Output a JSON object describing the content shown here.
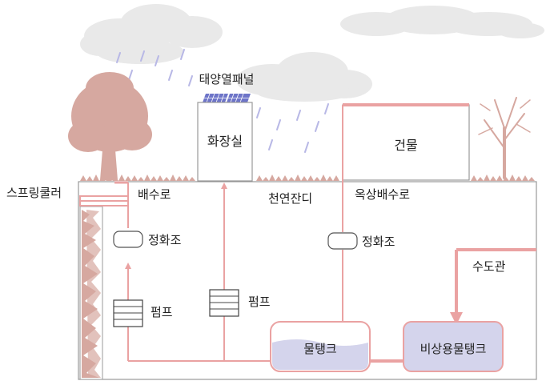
{
  "labels": {
    "solar_panel": "태양열패널",
    "restroom": "화장실",
    "building": "건물",
    "sprinkler": "스프링쿨러",
    "drain": "배수로",
    "natural_lawn": "천연잔디",
    "roof_drain": "옥상배수로",
    "septic_left": "정화조",
    "septic_right": "정화조",
    "pump_left": "펌프",
    "pump_middle": "펌프",
    "water_pipe": "수도관",
    "water_tank": "물탱크",
    "emergency_tank": "비상용물탱크"
  },
  "colors": {
    "pipe": "#eaa2a2",
    "outline": "#999999",
    "tree": "#d6a8a0",
    "cloud": "#e9e9e9",
    "rain": "#b8b8e6",
    "water": "#d4d4ec",
    "solar": "#6d74c8"
  }
}
